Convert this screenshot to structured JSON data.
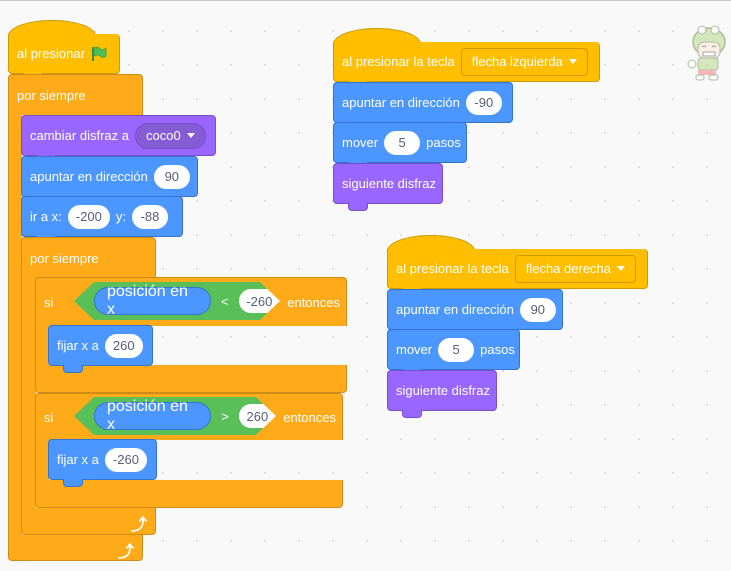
{
  "colors": {
    "events": "#ffbf00",
    "control": "#ffab19",
    "motion": "#4c97ff",
    "looks": "#9966ff",
    "operators": "#59c059",
    "canvas": "#f9f9f9"
  },
  "script_flag": {
    "hat": {
      "label": "al presionar",
      "icon": "green-flag-icon"
    },
    "forever_outer": {
      "label": "por siempre",
      "icon": "loop-arrow-icon"
    },
    "switch_costume": {
      "label": "cambiar disfraz a",
      "value": "coco0"
    },
    "point_direction": {
      "label": "apuntar en dirección",
      "value": "90"
    },
    "goto_xy": {
      "label_x": "ir a x:",
      "x": "-200",
      "label_y": "y:",
      "y": "-88"
    },
    "forever_inner": {
      "label": "por siempre",
      "icon": "loop-arrow-icon"
    },
    "if1": {
      "label_if": "si",
      "label_then": "entonces",
      "reporter": "posición en x",
      "operator": "<",
      "value": "-260",
      "body": {
        "label": "fijar x a",
        "value": "260"
      }
    },
    "if2": {
      "label_if": "si",
      "label_then": "entonces",
      "reporter": "posición en x",
      "operator": ">",
      "value": "260",
      "body": {
        "label": "fijar x a",
        "value": "-260"
      }
    }
  },
  "script_left_key": {
    "hat": {
      "label": "al presionar la tecla",
      "key": "flecha izquierda"
    },
    "point_direction": {
      "label": "apuntar en dirección",
      "value": "-90"
    },
    "move": {
      "label": "mover",
      "value": "5",
      "suffix": "pasos"
    },
    "next_costume": {
      "label": "siguiente disfraz"
    }
  },
  "script_right_key": {
    "hat": {
      "label": "al presionar la tecla",
      "key": "flecha derecha"
    },
    "point_direction": {
      "label": "apuntar en dirección",
      "value": "90"
    },
    "move": {
      "label": "mover",
      "value": "5",
      "suffix": "pasos"
    },
    "next_costume": {
      "label": "siguiente disfraz"
    }
  },
  "sprite": {
    "icon": "dinosaur-sprite-icon"
  }
}
